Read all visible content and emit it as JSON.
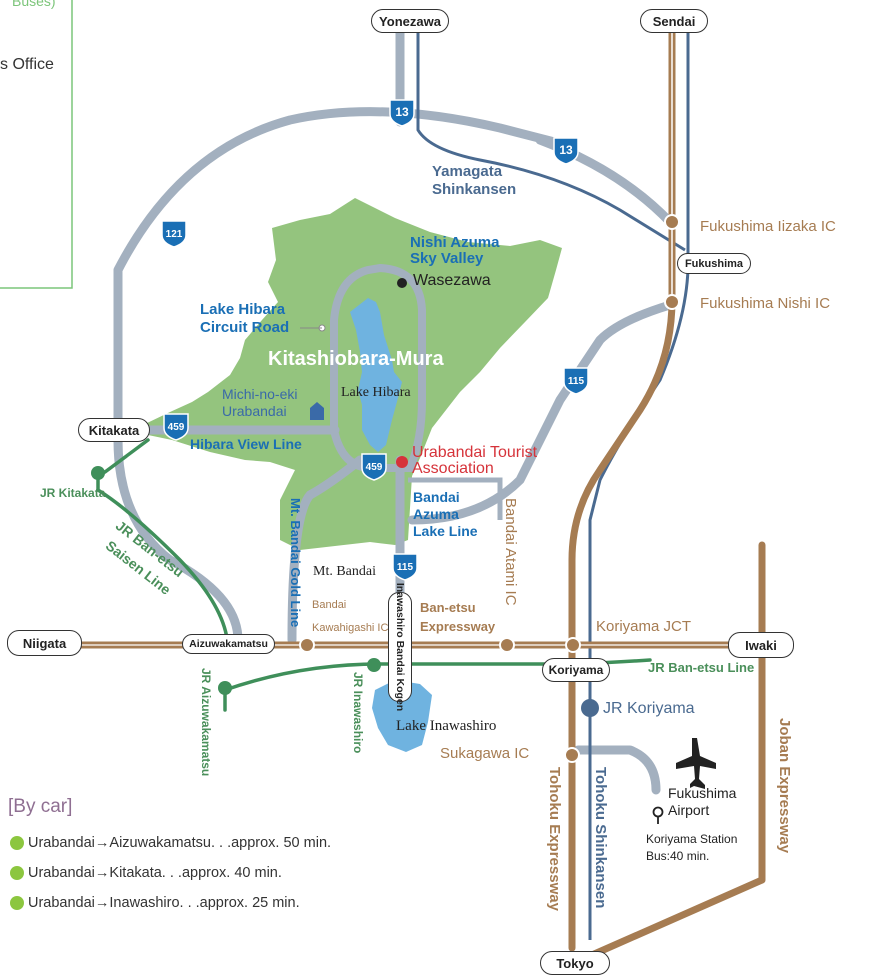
{
  "topleft": {
    "text1": "Buses)",
    "text2": "s Office"
  },
  "cities": {
    "yonezawa": "Yonezawa",
    "sendai": "Sendai",
    "fukushima": "Fukushima",
    "kitakata": "Kitakata",
    "niigata": "Niigata",
    "aizuwakamatsu": "Aizuwakamatsu",
    "koriyama": "Koriyama",
    "iwaki": "Iwaki",
    "tokyo": "Tokyo"
  },
  "village": "Kitashiobara-Mura",
  "places": {
    "lake_hibara": "Lake Hibara",
    "wasezawa": "Wasezawa",
    "mt_bandai": "Mt. Bandai",
    "lake_inawashiro": "Lake Inawashiro",
    "michinoeki_1": "Michi-no-eki",
    "michinoeki_2": "Urabandai",
    "tourist_1": "Urabandai Tourist",
    "tourist_2": "Association",
    "fukushima_airport_1": "Fukushima",
    "fukushima_airport_2": "Airport",
    "bus_1": "Koriyama Station",
    "bus_2": "Bus:40 min."
  },
  "rail": {
    "yamagata_1": "Yamagata",
    "yamagata_2": "Shinkansen",
    "tohoku_shinkansen": "Tohoku Shinkansen",
    "jr_kitakata": "JR Kitakata",
    "jr_ban_etsu_saisen_1": "JR Ban-etsu",
    "jr_ban_etsu_saisen_2": "Saisen Line",
    "jr_aizuwakamatsu": "JR Aizuwakamatsu",
    "jr_inawashiro": "JR Inawashiro",
    "jr_ban_etsu_line": "JR Ban-etsu Line",
    "jr_koriyama": "JR Koriyama",
    "inawashiro_bandai_kogen": "Inawashiro Bandai Kogen"
  },
  "roads": {
    "nishi_azuma_1": "Nishi Azuma",
    "nishi_azuma_2": "Sky Valley",
    "lake_hibara_circuit_1": "Lake Hibara",
    "lake_hibara_circuit_2": "Circuit Road",
    "hibara_view": "Hibara View Line",
    "bandai_azuma_1": "Bandai",
    "bandai_azuma_2": "Azuma",
    "bandai_azuma_3": "Lake Line",
    "mt_bandai_gold": "Mt. Bandai Gold Line"
  },
  "expressway": {
    "fukushima_iizaka_ic": "Fukushima Iizaka IC",
    "fukushima_nishi_ic": "Fukushima Nishi IC",
    "koriyama_jct": "Koriyama JCT",
    "sukagawa_ic": "Sukagawa IC",
    "bandai_atami_ic": "Bandai Atami IC",
    "bandai_kawahigashi_1": "Bandai",
    "bandai_kawahigashi_2": "Kawahigashi IC",
    "ban_etsu_1": "Ban-etsu",
    "ban_etsu_2": "Expressway",
    "tohoku_expressway": "Tohoku Expressway",
    "joban_expressway": "Joban Expressway"
  },
  "route_shields": {
    "r13a": "13",
    "r13b": "13",
    "r121": "121",
    "r459a": "459",
    "r459b": "459",
    "r115a": "115",
    "r115b": "115"
  },
  "by_car": {
    "title": "[By car]",
    "items": [
      "Urabandai→Aizuwakamatsu. . .approx. 50 min.",
      "Urabandai→Kitakata. . .approx. 40 min.",
      "Urabandai→Inawashiro. . .approx. 25 min."
    ]
  },
  "colors": {
    "expressway": "#a67c52",
    "road": "#a3b0bf",
    "rail_blue": "#4a6a90",
    "rail_green": "#3f8f5a",
    "land": "#94c47e",
    "lake": "#6fb3e0",
    "shield": "#1a6fb5",
    "accent_red": "#d6333a",
    "frame_green": "#7cc57a"
  }
}
